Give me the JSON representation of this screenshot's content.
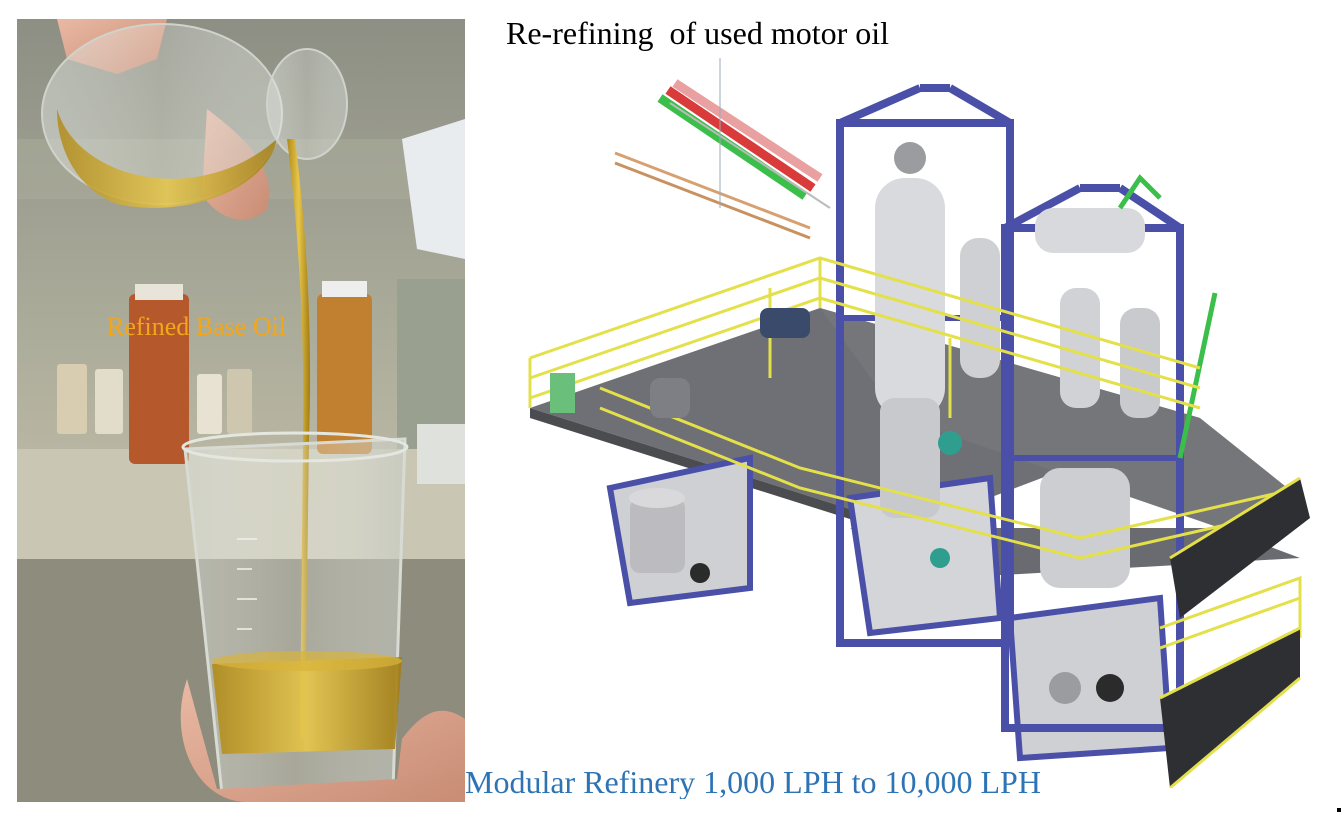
{
  "title": "Re-refining  of used motor oil",
  "photo": {
    "label": "Refined Base Oil",
    "label_color": "#f2a71b",
    "oil_color": "#c9a62a"
  },
  "drawing": {
    "frame_color": "#4a4fa8",
    "railing_color": "#e3e04a",
    "pipe_colors": [
      "#3bbf4a",
      "#d93a3a",
      "#e8a0a0"
    ]
  },
  "caption": {
    "text": "Modular Refinery 1,000 LPH to 10,000 LPH",
    "color": "#2e74b5"
  }
}
